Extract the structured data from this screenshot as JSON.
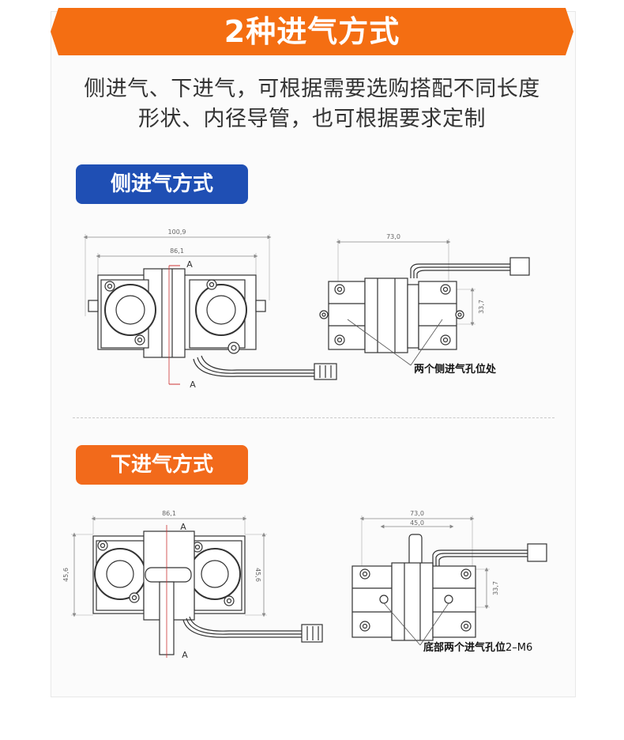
{
  "header": {
    "title": "2种进气方式",
    "color": "#f46e12"
  },
  "intro": {
    "line1": "侧进气、下进气，可根据需要选购搭配不同长度",
    "line2": "形状、内径导管，也可根据要求定制"
  },
  "side_section": {
    "label": "侧进气方式",
    "color": "#1f4fb4",
    "front_view": {
      "dim_total": "100,9",
      "dim_inner": "86,1",
      "section_top": "A",
      "section_bottom": "A"
    },
    "side_view": {
      "dim_width": "73,0",
      "dim_height": "33,7",
      "note": "两个侧进气孔位处"
    }
  },
  "bottom_section": {
    "label": "下进气方式",
    "color": "#f26a1b",
    "front_view": {
      "dim_width": "86,1",
      "dim_left": "45,6",
      "dim_right": "45,6",
      "section_top": "A",
      "section_bottom": "A"
    },
    "side_view": {
      "dim_outer": "73,0",
      "dim_inner": "45,0",
      "dim_height": "33,7",
      "note": "底部两个进气孔位",
      "thread": "2–M6"
    }
  }
}
